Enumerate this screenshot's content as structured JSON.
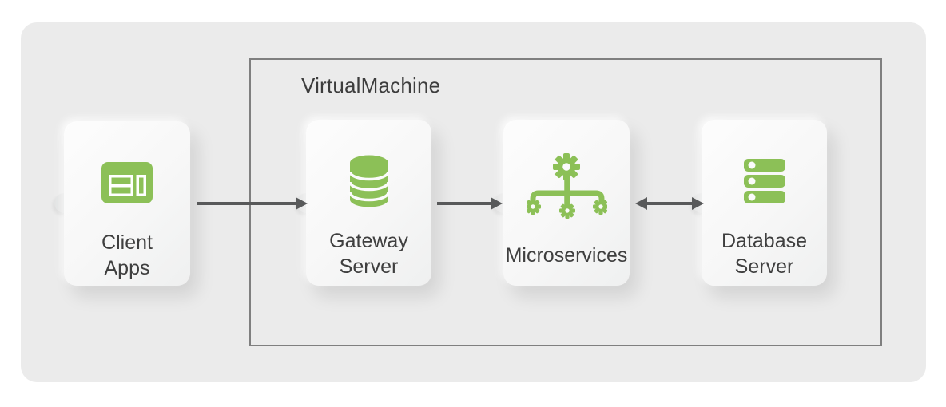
{
  "diagram": {
    "vm_container_label": "VirtualMachine",
    "nodes": [
      {
        "id": "client-apps",
        "line1": "Client",
        "line2": "Apps",
        "icon": "browser-window-icon",
        "inside_vm": false
      },
      {
        "id": "gateway-server",
        "line1": "Gateway",
        "line2": "Server",
        "icon": "database-cylinder-icon",
        "inside_vm": true
      },
      {
        "id": "microservices",
        "line1": "Microservices",
        "line2": "",
        "icon": "gears-network-icon",
        "inside_vm": true
      },
      {
        "id": "database-server",
        "line1": "Database",
        "line2": "Server",
        "icon": "server-stack-icon",
        "inside_vm": true
      }
    ],
    "edges": [
      {
        "from": "client-apps",
        "to": "gateway-server",
        "direction": "right"
      },
      {
        "from": "gateway-server",
        "to": "microservices",
        "direction": "right"
      },
      {
        "from": "microservices",
        "to": "database-server",
        "direction": "both"
      }
    ],
    "colors": {
      "accent_green": "#8CC057",
      "arrow": "#58595a",
      "panel_bg": "#ebebeb",
      "vm_border": "#7f7f7f",
      "text": "#3f3f3f"
    }
  }
}
